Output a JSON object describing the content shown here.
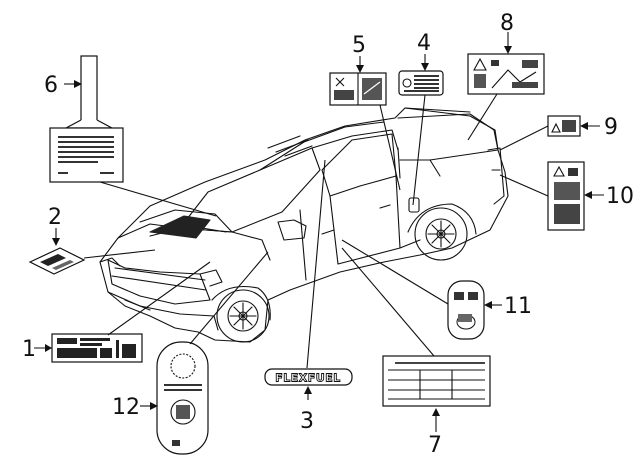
{
  "callouts": [
    "1",
    "2",
    "3",
    "4",
    "5",
    "6",
    "7",
    "8",
    "9",
    "10",
    "11",
    "12"
  ],
  "labels": {
    "flexfuel_badge_text": "FLEXFUEL"
  },
  "colors": {
    "ink": "#111111",
    "background": "#ffffff"
  },
  "icons": [
    "warning-triangle-icon",
    "manual-book-icon",
    "lock-icon",
    "fuel-cap-icon",
    "arrow-icon"
  ]
}
